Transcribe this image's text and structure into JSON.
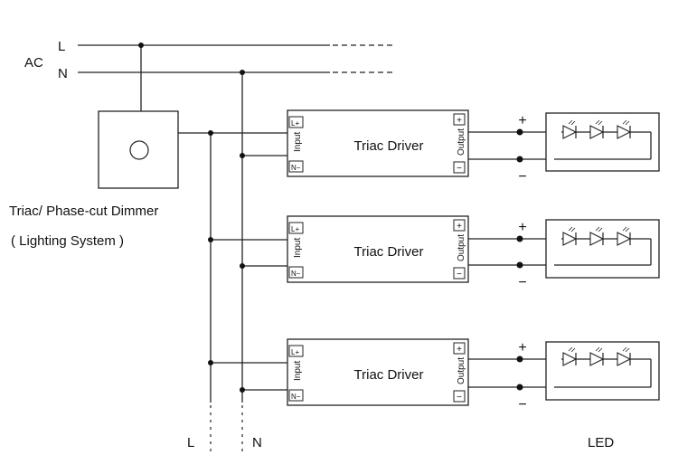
{
  "ac_label": "AC",
  "line_label": "L",
  "neutral_label": "N",
  "dimmer": {
    "label_line1": "Triac/ Phase-cut Dimmer",
    "label_line2": "( Lighting System )"
  },
  "drivers": [
    {
      "title": "Triac Driver",
      "input_label": "Input",
      "output_label": "Output",
      "term_l": "L+",
      "term_n": "N−",
      "term_plus": "+",
      "term_minus": "−"
    },
    {
      "title": "Triac Driver",
      "input_label": "Input",
      "output_label": "Output",
      "term_l": "L+",
      "term_n": "N−",
      "term_plus": "+",
      "term_minus": "−"
    },
    {
      "title": "Triac Driver",
      "input_label": "Input",
      "output_label": "Output",
      "term_l": "L+",
      "term_n": "N−",
      "term_plus": "+",
      "term_minus": "−"
    }
  ],
  "output_plus": "+",
  "output_minus": "−",
  "bottom_l": "L",
  "bottom_n": "N",
  "led_label": "LED"
}
